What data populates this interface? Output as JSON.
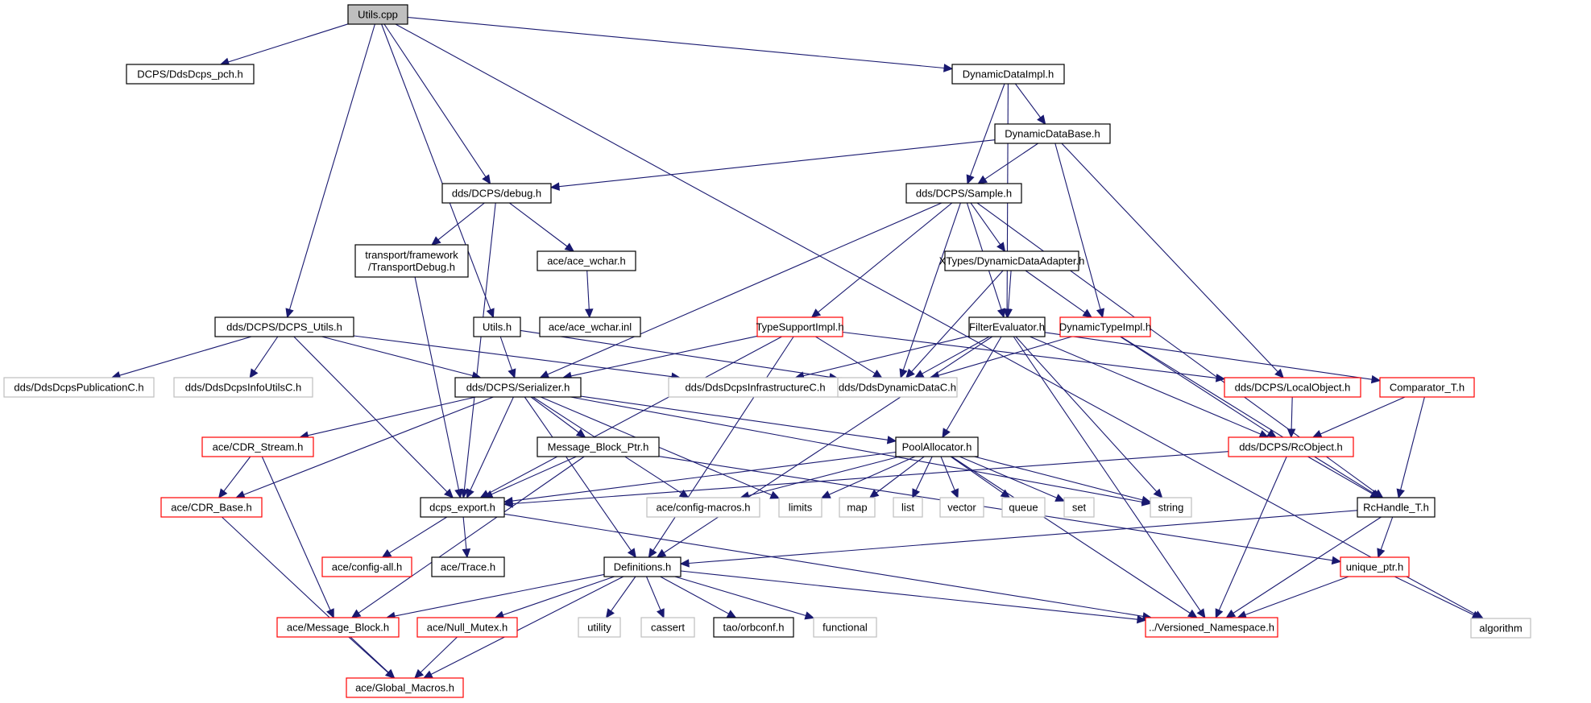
{
  "title": "Utils.cpp include dependency graph",
  "colors": {
    "edge": "#191970",
    "root_fill": "#bfbfbf",
    "normal_border": "#000000",
    "truncated_border": "#ff0000",
    "external_border": "#bfbfbf"
  },
  "nodes": [
    {
      "id": "utils_cpp",
      "label": "Utils.cpp",
      "kind": "root"
    },
    {
      "id": "ddsdcps_pch",
      "label": "DCPS/DdsDcps_pch.h",
      "kind": "normal"
    },
    {
      "id": "dynamicdataimpl",
      "label": "DynamicDataImpl.h",
      "kind": "normal"
    },
    {
      "id": "algorithm",
      "label": "algorithm",
      "kind": "external"
    },
    {
      "id": "dynamicdatabase",
      "label": "DynamicDataBase.h",
      "kind": "normal"
    },
    {
      "id": "debug",
      "label": "dds/DCPS/debug.h",
      "kind": "normal"
    },
    {
      "id": "sample",
      "label": "dds/DCPS/Sample.h",
      "kind": "normal"
    },
    {
      "id": "transportdebug",
      "label": "transport/framework\n/TransportDebug.h",
      "kind": "normal"
    },
    {
      "id": "ace_wchar",
      "label": "ace/ace_wchar.h",
      "kind": "normal"
    },
    {
      "id": "ace_wchar_inl",
      "label": "ace/ace_wchar.inl",
      "kind": "normal"
    },
    {
      "id": "dyndataadapter",
      "label": "XTypes/DynamicDataAdapter.h",
      "kind": "normal"
    },
    {
      "id": "dcps_utils",
      "label": "dds/DCPS/DCPS_Utils.h",
      "kind": "normal"
    },
    {
      "id": "utils_h",
      "label": "Utils.h",
      "kind": "normal"
    },
    {
      "id": "typesupportimpl",
      "label": "TypeSupportImpl.h",
      "kind": "truncated"
    },
    {
      "id": "filterevaluator",
      "label": "FilterEvaluator.h",
      "kind": "normal"
    },
    {
      "id": "dynamictypeimpl",
      "label": "DynamicTypeImpl.h",
      "kind": "truncated"
    },
    {
      "id": "publicationc",
      "label": "dds/DdsDcpsPublicationC.h",
      "kind": "external"
    },
    {
      "id": "infoutilsc",
      "label": "dds/DdsDcpsInfoUtilsC.h",
      "kind": "external"
    },
    {
      "id": "serializer",
      "label": "dds/DCPS/Serializer.h",
      "kind": "normal"
    },
    {
      "id": "infrastructurec",
      "label": "dds/DdsDcpsInfrastructureC.h",
      "kind": "external"
    },
    {
      "id": "dynamicdatac",
      "label": "dds/DdsDynamicDataC.h",
      "kind": "external"
    },
    {
      "id": "localobject",
      "label": "dds/DCPS/LocalObject.h",
      "kind": "truncated"
    },
    {
      "id": "comparator",
      "label": "Comparator_T.h",
      "kind": "truncated"
    },
    {
      "id": "cdr_stream",
      "label": "ace/CDR_Stream.h",
      "kind": "truncated"
    },
    {
      "id": "msgblockptr",
      "label": "Message_Block_Ptr.h",
      "kind": "normal"
    },
    {
      "id": "poolallocator",
      "label": "PoolAllocator.h",
      "kind": "normal"
    },
    {
      "id": "rcobject",
      "label": "dds/DCPS/RcObject.h",
      "kind": "truncated"
    },
    {
      "id": "cdr_base",
      "label": "ace/CDR_Base.h",
      "kind": "truncated"
    },
    {
      "id": "dcps_export",
      "label": "dcps_export.h",
      "kind": "normal"
    },
    {
      "id": "config_macros",
      "label": "ace/config-macros.h",
      "kind": "external"
    },
    {
      "id": "limits",
      "label": "limits",
      "kind": "external"
    },
    {
      "id": "map",
      "label": "map",
      "kind": "external"
    },
    {
      "id": "list",
      "label": "list",
      "kind": "external"
    },
    {
      "id": "vector",
      "label": "vector",
      "kind": "external"
    },
    {
      "id": "queue",
      "label": "queue",
      "kind": "external"
    },
    {
      "id": "set",
      "label": "set",
      "kind": "external"
    },
    {
      "id": "string",
      "label": "string",
      "kind": "external"
    },
    {
      "id": "rchandle",
      "label": "RcHandle_T.h",
      "kind": "normal"
    },
    {
      "id": "config_all",
      "label": "ace/config-all.h",
      "kind": "truncated"
    },
    {
      "id": "trace",
      "label": "ace/Trace.h",
      "kind": "normal"
    },
    {
      "id": "definitions",
      "label": "Definitions.h",
      "kind": "normal"
    },
    {
      "id": "unique_ptr",
      "label": "unique_ptr.h",
      "kind": "truncated"
    },
    {
      "id": "message_block",
      "label": "ace/Message_Block.h",
      "kind": "truncated"
    },
    {
      "id": "null_mutex",
      "label": "ace/Null_Mutex.h",
      "kind": "truncated"
    },
    {
      "id": "utility",
      "label": "utility",
      "kind": "external"
    },
    {
      "id": "cassert",
      "label": "cassert",
      "kind": "external"
    },
    {
      "id": "orbconf",
      "label": "tao/orbconf.h",
      "kind": "normal"
    },
    {
      "id": "functional",
      "label": "functional",
      "kind": "external"
    },
    {
      "id": "versioned_ns",
      "label": "../Versioned_Namespace.h",
      "kind": "truncated"
    },
    {
      "id": "global_macros",
      "label": "ace/Global_Macros.h",
      "kind": "truncated"
    }
  ],
  "edges": [
    [
      "utils_cpp",
      "ddsdcps_pch"
    ],
    [
      "utils_cpp",
      "dynamicdataimpl"
    ],
    [
      "utils_cpp",
      "algorithm"
    ],
    [
      "utils_cpp",
      "debug"
    ],
    [
      "utils_cpp",
      "dcps_utils"
    ],
    [
      "utils_cpp",
      "utils_h"
    ],
    [
      "dynamicdataimpl",
      "dynamicdatabase"
    ],
    [
      "dynamicdataimpl",
      "sample"
    ],
    [
      "dynamicdataimpl",
      "filterevaluator"
    ],
    [
      "dynamicdatabase",
      "debug"
    ],
    [
      "dynamicdatabase",
      "sample"
    ],
    [
      "dynamicdatabase",
      "dynamictypeimpl"
    ],
    [
      "dynamicdatabase",
      "localobject"
    ],
    [
      "debug",
      "transportdebug"
    ],
    [
      "debug",
      "ace_wchar"
    ],
    [
      "debug",
      "dcps_export"
    ],
    [
      "ace_wchar",
      "ace_wchar_inl"
    ],
    [
      "transportdebug",
      "dcps_export"
    ],
    [
      "sample",
      "dyndataadapter"
    ],
    [
      "sample",
      "typesupportimpl"
    ],
    [
      "sample",
      "filterevaluator"
    ],
    [
      "sample",
      "serializer"
    ],
    [
      "sample",
      "dynamicdatac"
    ],
    [
      "sample",
      "rchandle"
    ],
    [
      "dyndataadapter",
      "filterevaluator"
    ],
    [
      "dyndataadapter",
      "dynamictypeimpl"
    ],
    [
      "dyndataadapter",
      "dynamicdatac"
    ],
    [
      "dcps_utils",
      "publicationc"
    ],
    [
      "dcps_utils",
      "infoutilsc"
    ],
    [
      "dcps_utils",
      "serializer"
    ],
    [
      "dcps_utils",
      "infrastructurec"
    ],
    [
      "dcps_utils",
      "dcps_export"
    ],
    [
      "utils_h",
      "serializer"
    ],
    [
      "utils_h",
      "dynamicdatac"
    ],
    [
      "typesupportimpl",
      "serializer"
    ],
    [
      "typesupportimpl",
      "dynamicdatac"
    ],
    [
      "typesupportimpl",
      "localobject"
    ],
    [
      "typesupportimpl",
      "dcps_export"
    ],
    [
      "typesupportimpl",
      "definitions"
    ],
    [
      "filterevaluator",
      "infrastructurec"
    ],
    [
      "filterevaluator",
      "dynamicdatac"
    ],
    [
      "filterevaluator",
      "comparator"
    ],
    [
      "filterevaluator",
      "poolallocator"
    ],
    [
      "filterevaluator",
      "rcobject"
    ],
    [
      "filterevaluator",
      "string"
    ],
    [
      "filterevaluator",
      "definitions"
    ],
    [
      "filterevaluator",
      "versioned_ns"
    ],
    [
      "dynamictypeimpl",
      "dynamicdatac"
    ],
    [
      "dynamictypeimpl",
      "rcobject"
    ],
    [
      "dynamictypeimpl",
      "rchandle"
    ],
    [
      "serializer",
      "cdr_stream"
    ],
    [
      "serializer",
      "cdr_base"
    ],
    [
      "serializer",
      "msgblockptr"
    ],
    [
      "serializer",
      "dcps_export"
    ],
    [
      "serializer",
      "config_macros"
    ],
    [
      "serializer",
      "limits"
    ],
    [
      "serializer",
      "poolallocator"
    ],
    [
      "serializer",
      "string"
    ],
    [
      "serializer",
      "definitions"
    ],
    [
      "localobject",
      "rcobject"
    ],
    [
      "comparator",
      "rcobject"
    ],
    [
      "comparator",
      "rchandle"
    ],
    [
      "cdr_stream",
      "cdr_base"
    ],
    [
      "cdr_stream",
      "message_block"
    ],
    [
      "msgblockptr",
      "dcps_export"
    ],
    [
      "msgblockptr",
      "message_block"
    ],
    [
      "msgblockptr",
      "unique_ptr"
    ],
    [
      "poolallocator",
      "dcps_export"
    ],
    [
      "poolallocator",
      "config_macros"
    ],
    [
      "poolallocator",
      "limits"
    ],
    [
      "poolallocator",
      "map"
    ],
    [
      "poolallocator",
      "list"
    ],
    [
      "poolallocator",
      "vector"
    ],
    [
      "poolallocator",
      "queue"
    ],
    [
      "poolallocator",
      "set"
    ],
    [
      "poolallocator",
      "string"
    ],
    [
      "poolallocator",
      "versioned_ns"
    ],
    [
      "rcobject",
      "dcps_export"
    ],
    [
      "rcobject",
      "rchandle"
    ],
    [
      "rcobject",
      "versioned_ns"
    ],
    [
      "cdr_base",
      "global_macros"
    ],
    [
      "dcps_export",
      "config_all"
    ],
    [
      "dcps_export",
      "trace"
    ],
    [
      "dcps_export",
      "versioned_ns"
    ],
    [
      "rchandle",
      "definitions"
    ],
    [
      "rchandle",
      "unique_ptr"
    ],
    [
      "rchandle",
      "versioned_ns"
    ],
    [
      "unique_ptr",
      "versioned_ns"
    ],
    [
      "unique_ptr",
      "algorithm"
    ],
    [
      "definitions",
      "message_block"
    ],
    [
      "definitions",
      "null_mutex"
    ],
    [
      "definitions",
      "utility"
    ],
    [
      "definitions",
      "cassert"
    ],
    [
      "definitions",
      "orbconf"
    ],
    [
      "definitions",
      "functional"
    ],
    [
      "definitions",
      "versioned_ns"
    ],
    [
      "definitions",
      "global_macros"
    ],
    [
      "message_block",
      "global_macros"
    ],
    [
      "null_mutex",
      "global_macros"
    ]
  ]
}
